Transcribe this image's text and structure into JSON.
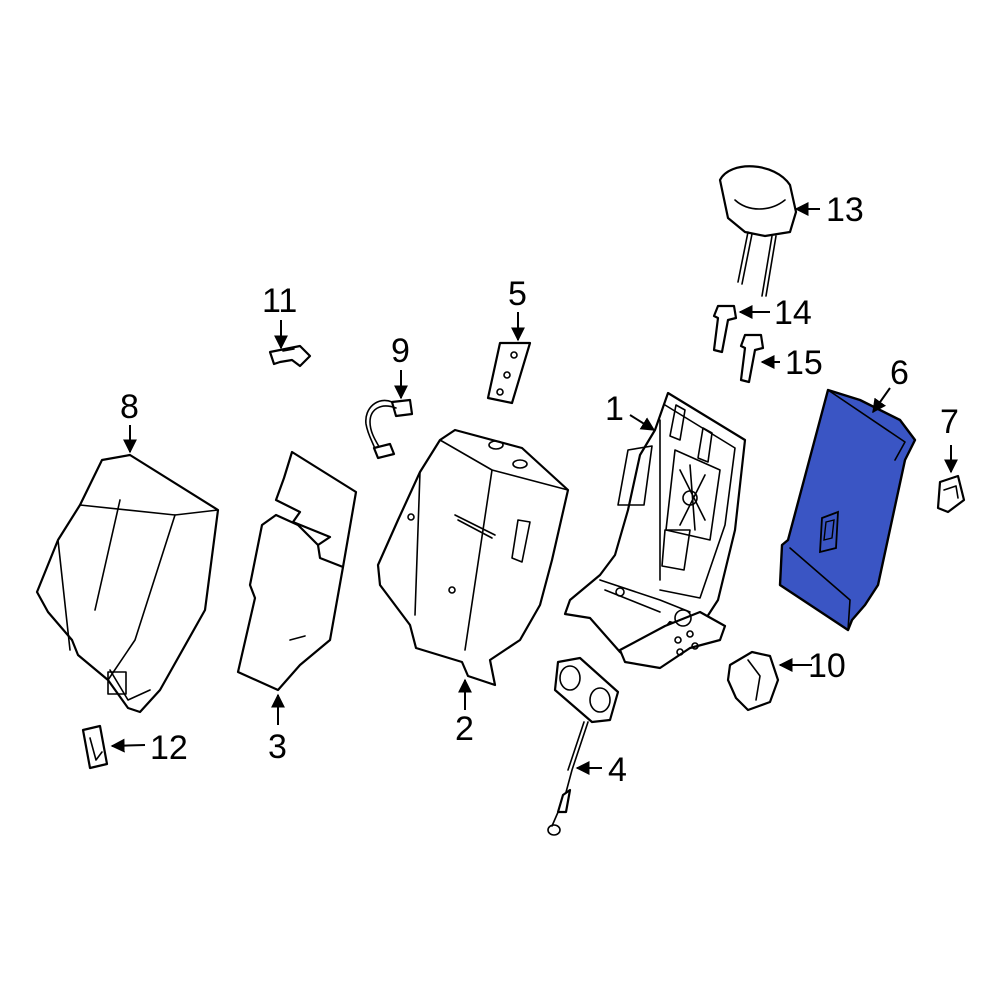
{
  "highlight_color": "#3a55c4",
  "callouts": {
    "c1": "1",
    "c2": "2",
    "c3": "3",
    "c4": "4",
    "c5": "5",
    "c6": "6",
    "c7": "7",
    "c8": "8",
    "c9": "9",
    "c10": "10",
    "c11": "11",
    "c12": "12",
    "c13": "13",
    "c14": "14",
    "c15": "15"
  },
  "highlighted_part": "6"
}
